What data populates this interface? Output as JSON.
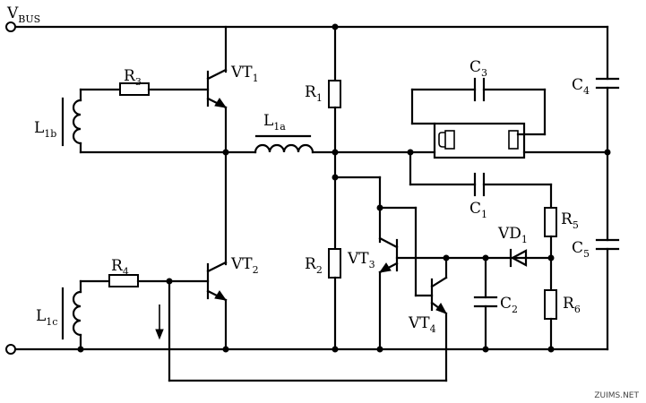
{
  "labels": {
    "vbus": {
      "main": "V",
      "sub": "BUS"
    },
    "r3": {
      "main": "R",
      "sub": "3"
    },
    "vt1": {
      "main": "VT",
      "sub": "1"
    },
    "r1": {
      "main": "R",
      "sub": "1"
    },
    "c3": {
      "main": "C",
      "sub": "3"
    },
    "c4": {
      "main": "C",
      "sub": "4"
    },
    "l1b": {
      "main": "L",
      "sub": "1b"
    },
    "l1a": {
      "main": "L",
      "sub": "1a"
    },
    "c1": {
      "main": "C",
      "sub": "1"
    },
    "r5": {
      "main": "R",
      "sub": "5"
    },
    "vd1": {
      "main": "VD",
      "sub": "1"
    },
    "c5": {
      "main": "C",
      "sub": "5"
    },
    "r4": {
      "main": "R",
      "sub": "4"
    },
    "vt2": {
      "main": "VT",
      "sub": "2"
    },
    "r2": {
      "main": "R",
      "sub": "2"
    },
    "vt3": {
      "main": "VT",
      "sub": "3"
    },
    "c2": {
      "main": "C",
      "sub": "2"
    },
    "r6": {
      "main": "R",
      "sub": "6"
    },
    "l1c": {
      "main": "L",
      "sub": "1c"
    },
    "vt4": {
      "main": "VT",
      "sub": "4"
    }
  },
  "watermark": "ZUIMS.NET"
}
